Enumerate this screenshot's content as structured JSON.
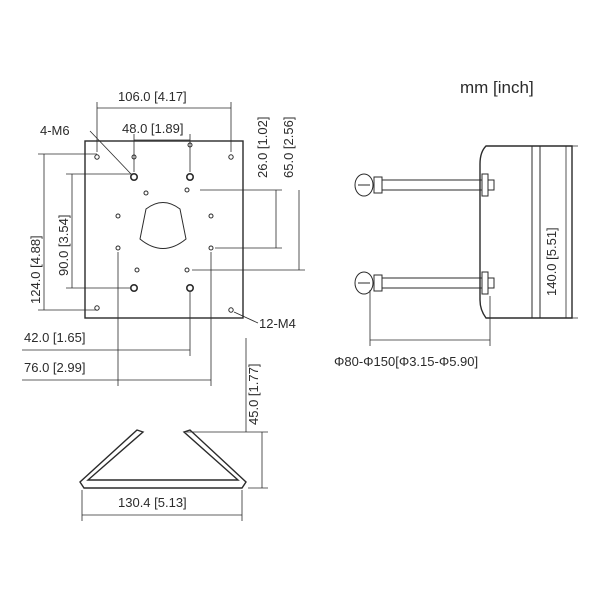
{
  "units_label": "mm [inch]",
  "plate": {
    "dims": {
      "top_width": "106.0 [4.17]",
      "inner_width": "48.0 [1.89]",
      "right_upper": "26.0 [1.02]",
      "right_full": "65.0 [2.56]",
      "left_full": "124.0 [4.88]",
      "left_inner": "90.0 [3.54]",
      "bottom_inner": "42.0 [1.65]",
      "bottom_outer": "76.0 [2.99]"
    },
    "callouts": {
      "large_holes": "4-M6",
      "small_holes": "12-M4"
    }
  },
  "side_view": {
    "height": "140.0 [5.51]",
    "pole_range": "Φ80-Φ150[Φ3.15-Φ5.90]"
  },
  "strap": {
    "height": "45.0 [1.77]",
    "width": "130.4 [5.13]"
  }
}
